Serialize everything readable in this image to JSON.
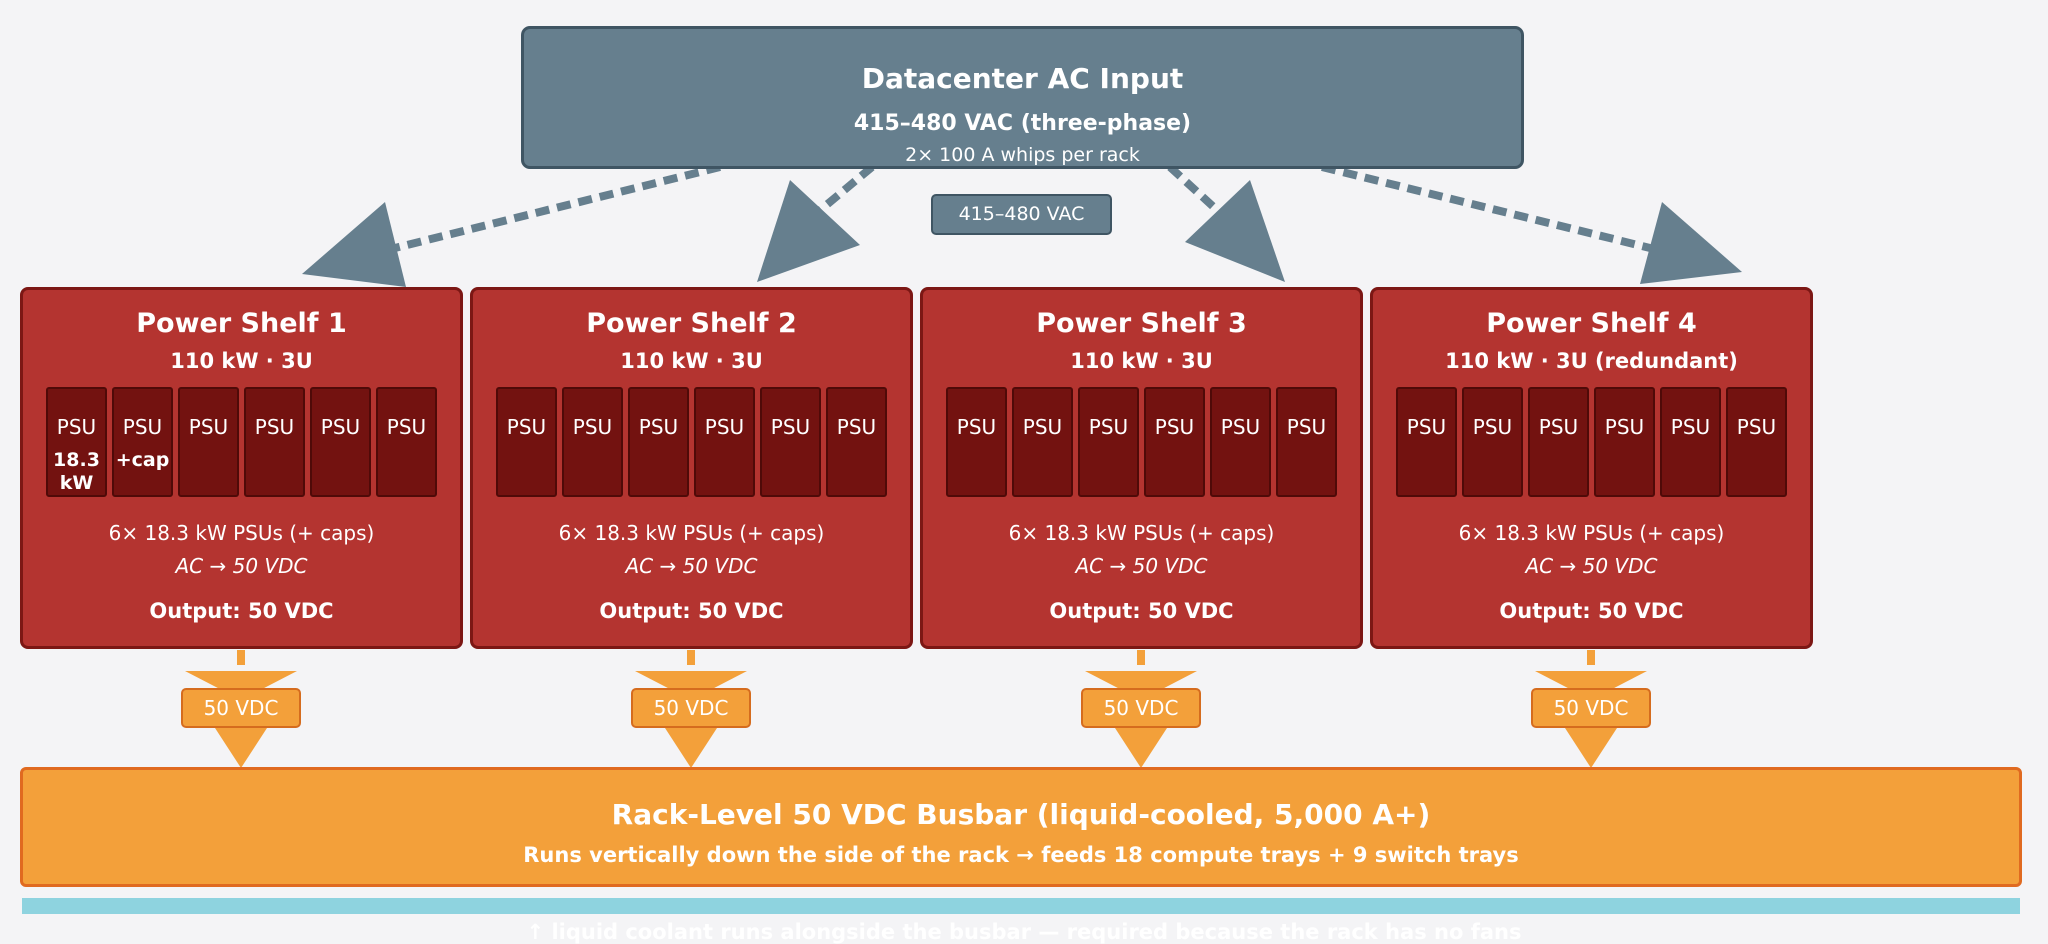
{
  "ac_input": {
    "title": "Datacenter AC Input",
    "voltage": "415–480 VAC (three-phase)",
    "whips": "2× 100 A whips per rack"
  },
  "link_label": "415–480 VAC",
  "shelves": [
    {
      "name": "Power Shelf 1",
      "spec": "110 kW · 3U",
      "psus": [
        {
          "label": "PSU",
          "sub": "18.3 kW"
        },
        {
          "label": "PSU",
          "sub": "+cap"
        },
        {
          "label": "PSU",
          "sub": ""
        },
        {
          "label": "PSU",
          "sub": ""
        },
        {
          "label": "PSU",
          "sub": ""
        },
        {
          "label": "PSU",
          "sub": ""
        }
      ],
      "desc": "6× 18.3 kW PSUs (+ caps)",
      "conversion": "AC → 50 VDC",
      "output": "Output: 50 VDC",
      "feed_label": "50 VDC"
    },
    {
      "name": "Power Shelf 2",
      "spec": "110 kW · 3U",
      "psus": [
        {
          "label": "PSU",
          "sub": ""
        },
        {
          "label": "PSU",
          "sub": ""
        },
        {
          "label": "PSU",
          "sub": ""
        },
        {
          "label": "PSU",
          "sub": ""
        },
        {
          "label": "PSU",
          "sub": ""
        },
        {
          "label": "PSU",
          "sub": ""
        }
      ],
      "desc": "6× 18.3 kW PSUs (+ caps)",
      "conversion": "AC → 50 VDC",
      "output": "Output: 50 VDC",
      "feed_label": "50 VDC"
    },
    {
      "name": "Power Shelf 3",
      "spec": "110 kW · 3U",
      "psus": [
        {
          "label": "PSU",
          "sub": ""
        },
        {
          "label": "PSU",
          "sub": ""
        },
        {
          "label": "PSU",
          "sub": ""
        },
        {
          "label": "PSU",
          "sub": ""
        },
        {
          "label": "PSU",
          "sub": ""
        },
        {
          "label": "PSU",
          "sub": ""
        }
      ],
      "desc": "6× 18.3 kW PSUs (+ caps)",
      "conversion": "AC → 50 VDC",
      "output": "Output: 50 VDC",
      "feed_label": "50 VDC"
    },
    {
      "name": "Power Shelf 4",
      "spec": "110 kW · 3U (redundant)",
      "psus": [
        {
          "label": "PSU",
          "sub": ""
        },
        {
          "label": "PSU",
          "sub": ""
        },
        {
          "label": "PSU",
          "sub": ""
        },
        {
          "label": "PSU",
          "sub": ""
        },
        {
          "label": "PSU",
          "sub": ""
        },
        {
          "label": "PSU",
          "sub": ""
        }
      ],
      "desc": "6× 18.3 kW PSUs (+ caps)",
      "conversion": "AC → 50 VDC",
      "output": "Output: 50 VDC",
      "feed_label": "50 VDC"
    }
  ],
  "busbar": {
    "title": "Rack-Level 50 VDC Busbar (liquid-cooled, 5,000 A+)",
    "subtitle": "Runs vertically down the side of the rack → feeds 18 compute trays + 9 switch trays"
  },
  "coolant_note": "↑ liquid coolant runs alongside the busbar — required because the rack has no fans",
  "colors": {
    "ac_fill": "#667f8e",
    "shelf_fill": "#b43430",
    "psu_fill": "#731210",
    "busbar_fill": "#f3a03a",
    "coolant": "#8ed3df"
  }
}
